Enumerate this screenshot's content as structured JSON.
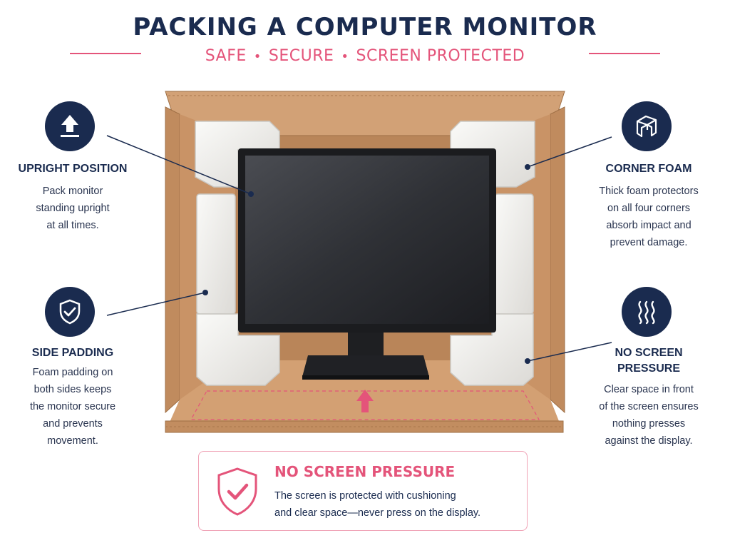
{
  "header": {
    "title": "PACKING A COMPUTER MONITOR",
    "subtitle_items": [
      "SAFE",
      "SECURE",
      "SCREEN PROTECTED"
    ],
    "separator": "•"
  },
  "callouts": {
    "upright": {
      "icon": "up-arrow-icon",
      "title": "UPRIGHT POSITION",
      "lines": [
        "Pack monitor",
        "standing upright",
        "at all times."
      ]
    },
    "corner_foam": {
      "icon": "foam-corner-icon",
      "title": "CORNER FOAM",
      "lines": [
        "Thick foam protectors",
        "on all four corners",
        "absorb impact and",
        "prevent damage."
      ]
    },
    "side_padding": {
      "icon": "shield-check-icon",
      "title": "SIDE PADDING",
      "lines": [
        "Foam padding on",
        "both sides keeps",
        "the monitor secure",
        "and prevents",
        "movement."
      ]
    },
    "no_pressure": {
      "icon": "wavy-lines-icon",
      "title_lines": [
        "NO SCREEN",
        "PRESSURE"
      ],
      "lines": [
        "Clear space in front",
        "of the screen ensures",
        "nothing presses",
        "against the display."
      ]
    }
  },
  "notice": {
    "icon": "shield-check-icon",
    "title": "NO SCREEN PRESSURE",
    "lines": [
      "The screen is protected with cushioning",
      "and clear space—never press on the display."
    ]
  },
  "colors": {
    "navy": "#1a2b4f",
    "accent": "#e4547a",
    "cardboard": "#c8956a",
    "foam": "#f2f1ee",
    "screen": "#2b2d31"
  }
}
